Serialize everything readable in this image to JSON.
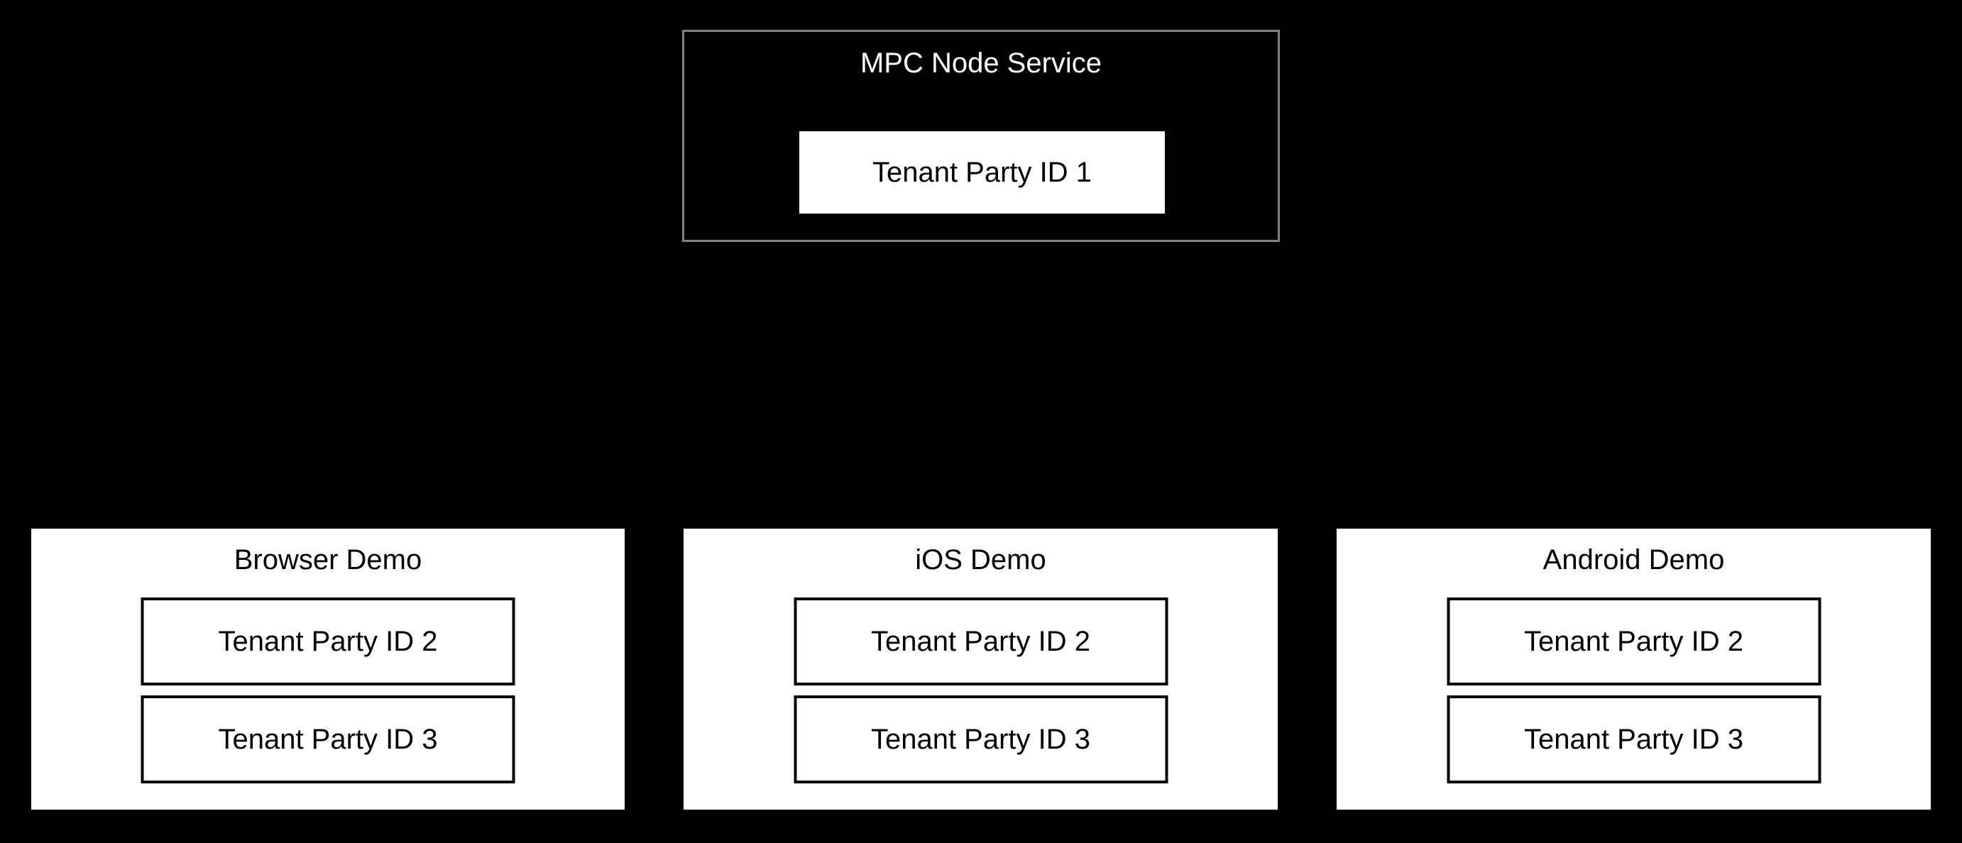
{
  "diagram": {
    "background_color": "#000000",
    "service": {
      "title": "MPC Node Service",
      "border_color": "#808080",
      "fill_color": "#000000",
      "title_color": "#ffffff",
      "party": {
        "label": "Tenant Party ID 1",
        "fill_color": "#ffffff",
        "text_color": "#000000"
      }
    },
    "clients": [
      {
        "title": "Browser Demo",
        "fill_color": "#ffffff",
        "title_color": "#000000",
        "parties": [
          {
            "label": "Tenant Party ID 2"
          },
          {
            "label": "Tenant Party ID 3"
          }
        ]
      },
      {
        "title": "iOS Demo",
        "fill_color": "#ffffff",
        "title_color": "#000000",
        "parties": [
          {
            "label": "Tenant Party ID 2"
          },
          {
            "label": "Tenant Party ID 3"
          }
        ]
      },
      {
        "title": "Android Demo",
        "fill_color": "#ffffff",
        "title_color": "#000000",
        "parties": [
          {
            "label": "Tenant Party ID 2"
          },
          {
            "label": "Tenant Party ID 3"
          }
        ]
      }
    ]
  }
}
